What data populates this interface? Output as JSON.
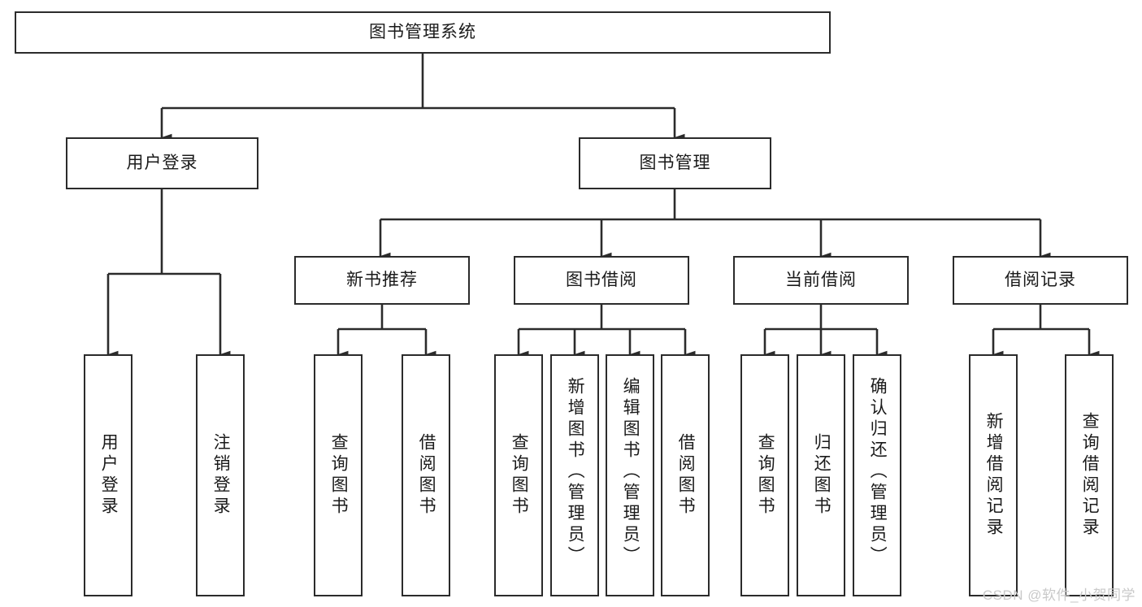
{
  "diagram": {
    "title": "图书管理系统",
    "type": "tree",
    "background_color": "#ffffff",
    "line_color": "#2b2b2b",
    "text_color": "#1a1a1a",
    "nodes": {
      "root": {
        "label": "图书管理系统"
      },
      "level2": [
        {
          "id": "user-login",
          "label": "用户登录"
        },
        {
          "id": "book-manage",
          "label": "图书管理"
        }
      ],
      "level3": [
        {
          "id": "new-book-recommend",
          "label": "新书推荐"
        },
        {
          "id": "book-borrow",
          "label": "图书借阅"
        },
        {
          "id": "current-borrow",
          "label": "当前借阅"
        },
        {
          "id": "borrow-record",
          "label": "借阅记录"
        }
      ],
      "leaves": {
        "user_login": [
          {
            "id": "leaf-user-login",
            "label": "用户登录"
          },
          {
            "id": "leaf-user-logout",
            "label": "注销登录"
          }
        ],
        "new_book_recommend": [
          {
            "id": "leaf-query-book-1",
            "label": "查询图书"
          },
          {
            "id": "leaf-borrow-book-1",
            "label": "借阅图书"
          }
        ],
        "book_borrow": [
          {
            "id": "leaf-query-book-2",
            "label": "查询图书"
          },
          {
            "id": "leaf-add-book",
            "label": "新增图书（管理员）"
          },
          {
            "id": "leaf-edit-book",
            "label": "编辑图书（管理员）"
          },
          {
            "id": "leaf-borrow-book-2",
            "label": "借阅图书"
          }
        ],
        "current_borrow": [
          {
            "id": "leaf-query-book-3",
            "label": "查询图书"
          },
          {
            "id": "leaf-return-book",
            "label": "归还图书"
          },
          {
            "id": "leaf-confirm-return",
            "label": "确认归还（管理员）"
          }
        ],
        "borrow_record": [
          {
            "id": "leaf-add-record",
            "label": "新增借阅记录"
          },
          {
            "id": "leaf-query-record",
            "label": "查询借阅记录"
          }
        ]
      }
    }
  },
  "watermark": {
    "text": "CSDN @软件_小贺同学"
  }
}
